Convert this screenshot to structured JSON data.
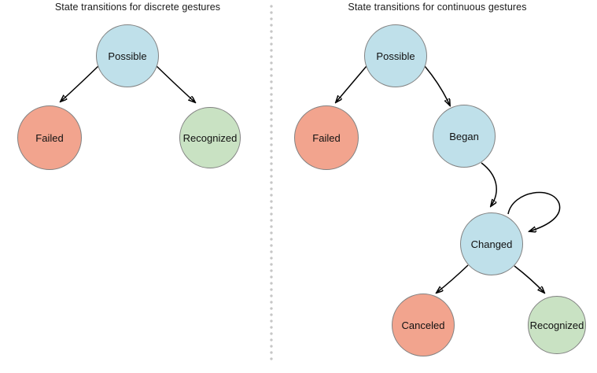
{
  "diagrams": {
    "discrete": {
      "title": "State transitions for discrete gestures",
      "nodes": [
        {
          "id": "possible",
          "label": "Possible",
          "color_key": "node_blue"
        },
        {
          "id": "failed",
          "label": "Failed",
          "color_key": "node_red"
        },
        {
          "id": "recognized",
          "label": "Recognized",
          "color_key": "node_green"
        }
      ],
      "edges": [
        {
          "from": "Possible",
          "to": "Failed"
        },
        {
          "from": "Possible",
          "to": "Recognized"
        }
      ]
    },
    "continuous": {
      "title": "State transitions for continuous gestures",
      "nodes": [
        {
          "id": "possible",
          "label": "Possible",
          "color_key": "node_blue"
        },
        {
          "id": "failed",
          "label": "Failed",
          "color_key": "node_red"
        },
        {
          "id": "began",
          "label": "Began",
          "color_key": "node_blue"
        },
        {
          "id": "changed",
          "label": "Changed",
          "color_key": "node_blue"
        },
        {
          "id": "canceled",
          "label": "Canceled",
          "color_key": "node_red"
        },
        {
          "id": "recognized",
          "label": "Recognized",
          "color_key": "node_green"
        }
      ],
      "edges": [
        {
          "from": "Possible",
          "to": "Failed"
        },
        {
          "from": "Possible",
          "to": "Began"
        },
        {
          "from": "Began",
          "to": "Changed"
        },
        {
          "from": "Changed",
          "to": "Changed"
        },
        {
          "from": "Changed",
          "to": "Canceled"
        },
        {
          "from": "Changed",
          "to": "Recognized"
        }
      ]
    }
  },
  "colors": {
    "background": "#FFFFFF",
    "node_blue": "#BFE0EA",
    "node_red": "#F2A48E",
    "node_green": "#C9E2C3",
    "node_border": "#828282",
    "edge": "#000000",
    "divider_dot": "#C6C6C6",
    "title_text": "#1A1A1A"
  }
}
